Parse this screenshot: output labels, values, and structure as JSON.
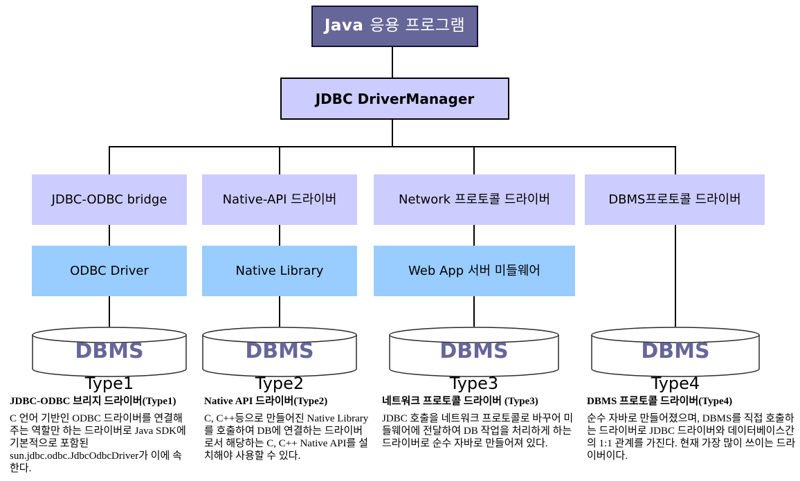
{
  "colors": {
    "root_bg": "#666699",
    "node_bg": "#ccccff",
    "middleware_bg": "#99ccff",
    "dbms_label": "#666699",
    "line": "#000000"
  },
  "root": {
    "label_strong": "Java",
    "label_rest": "응용 프로그램"
  },
  "manager": {
    "label": "JDBC DriverManager"
  },
  "columns": [
    {
      "driver": "JDBC-ODBC bridge",
      "middleware": "ODBC Driver",
      "dbms": "DBMS",
      "type": "Type1",
      "desc_title": "JDBC-ODBC 브리지 드라이버(Type1)",
      "desc_body": "C 언어 기반인 ODBC 드라이버를 연결해주는 역할만 하는 드라이버로 Java SDK에 기본적으로 포함된 sun.jdbc.odbc.JdbcOdbcDriver가 이에 속한다."
    },
    {
      "driver": "Native-API 드라이버",
      "middleware": "Native Library",
      "dbms": "DBMS",
      "type": "Type2",
      "desc_title": "Native API 드라이버(Type2)",
      "desc_body": "C, C++등으로 만들어진 Native Library를 호출하여 DB에 연결하는 드라이버로서 해당하는 C, C++ Native API를 설치해야 사용할 수 있다."
    },
    {
      "driver": "Network 프로토콜 드라이버",
      "middleware": "Web App 서버 미들웨어",
      "dbms": "DBMS",
      "type": "Type3",
      "desc_title": "네트워크 프로토콜 드라이버 (Type3)",
      "desc_body": "JDBC 호출을 네트워크 프로토콜로 바꾸어 미들웨어에 전달하여 DB 작업을 처리하게 하는 드라이버로 순수 자바로 만들어져 있다."
    },
    {
      "driver": "DBMS프로토콜 드라이버",
      "middleware": null,
      "dbms": "DBMS",
      "type": "Type4",
      "desc_title": "DBMS 프로토콜 드라이버(Type4)",
      "desc_body": "순수 자바로 만들어졌으며, DBMS를 직접 호출하는 드라이버로 JDBC 드라이버와 데이터베이스간의 1:1 관계를 가진다. 현재 가장 많이 쓰이는 드라이버이다."
    }
  ]
}
